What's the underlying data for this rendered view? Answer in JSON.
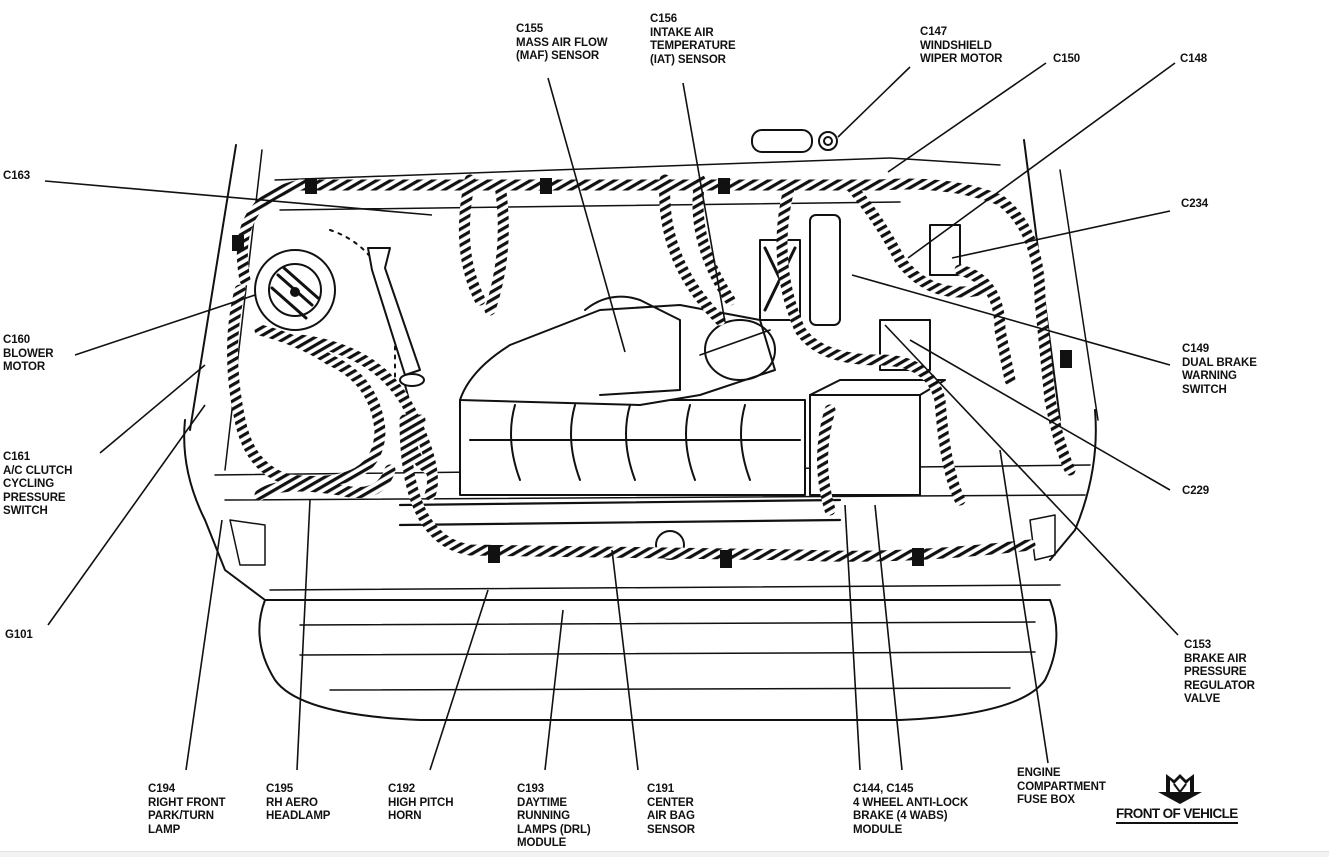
{
  "diagram": {
    "title": "Engine compartment connector locations",
    "orientation_label": "FRONT OF VEHICLE",
    "orientation_icon": "front-arrow-icon",
    "callouts": [
      {
        "id": "c155",
        "lines": [
          "C155",
          "MASS AIR FLOW",
          "(MAF) SENSOR"
        ]
      },
      {
        "id": "c156",
        "lines": [
          "C156",
          "INTAKE AIR",
          "TEMPERATURE",
          "(IAT) SENSOR"
        ]
      },
      {
        "id": "c147",
        "lines": [
          "C147",
          "WINDSHIELD",
          "WIPER MOTOR"
        ]
      },
      {
        "id": "c150",
        "lines": [
          "C150"
        ]
      },
      {
        "id": "c148",
        "lines": [
          "C148"
        ]
      },
      {
        "id": "c163",
        "lines": [
          "C163"
        ]
      },
      {
        "id": "c234",
        "lines": [
          "C234"
        ]
      },
      {
        "id": "c160",
        "lines": [
          "C160",
          "BLOWER",
          "MOTOR"
        ]
      },
      {
        "id": "c149",
        "lines": [
          "C149",
          "DUAL BRAKE",
          "WARNING",
          "SWITCH"
        ]
      },
      {
        "id": "c161",
        "lines": [
          "C161",
          "A/C CLUTCH",
          "CYCLING",
          "PRESSURE",
          "SWITCH"
        ]
      },
      {
        "id": "c229",
        "lines": [
          "C229"
        ]
      },
      {
        "id": "g101",
        "lines": [
          "G101"
        ]
      },
      {
        "id": "c153",
        "lines": [
          "C153",
          "BRAKE AIR",
          "PRESSURE",
          "REGULATOR",
          "VALVE"
        ]
      },
      {
        "id": "c194",
        "lines": [
          "C194",
          "RIGHT FRONT",
          "PARK/TURN",
          "LAMP"
        ]
      },
      {
        "id": "c195",
        "lines": [
          "C195",
          "RH AERO",
          "HEADLAMP"
        ]
      },
      {
        "id": "c192",
        "lines": [
          "C192",
          "HIGH PITCH",
          "HORN"
        ]
      },
      {
        "id": "c193",
        "lines": [
          "C193",
          "DAYTIME",
          "RUNNING",
          "LAMPS (DRL)",
          "MODULE"
        ]
      },
      {
        "id": "c191",
        "lines": [
          "C191",
          "CENTER",
          "AIR BAG",
          "SENSOR"
        ]
      },
      {
        "id": "c144_c145",
        "lines": [
          "C144, C145",
          "4 WHEEL ANTI-LOCK",
          "BRAKE (4 WABS)",
          "MODULE"
        ]
      },
      {
        "id": "fuse_box",
        "lines": [
          "ENGINE",
          "COMPARTMENT",
          "FUSE BOX"
        ]
      }
    ]
  }
}
